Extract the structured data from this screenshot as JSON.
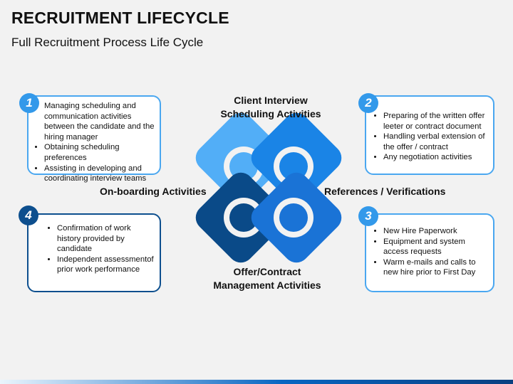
{
  "header": {
    "title": "RECRUITMENT LIFECYCLE",
    "subtitle": "Full Recruitment Process Life Cycle"
  },
  "center_labels": {
    "top_line1": "Client Interview",
    "top_line2": "Scheduling Activities",
    "left": "On-boarding Activities",
    "right": "References / Verifications",
    "bottom_line1": "Offer/Contract",
    "bottom_line2": "Management Activities"
  },
  "boxes": [
    {
      "number": "1",
      "items": [
        "Managing scheduling and communication activities between the candidate and the hiring manager",
        "Obtaining scheduling preferences",
        "Assisting in developing and coordinating interview teams"
      ]
    },
    {
      "number": "2",
      "items": [
        "Preparing of the written offer leeter or contract document",
        "Handling verbal extension of the offer / contract",
        "Any negotiation activities"
      ]
    },
    {
      "number": "3",
      "items": [
        "New Hire Paperwork",
        "Equipment and system access requests",
        "Warm e-mails and calls to new hire prior to First Day"
      ]
    },
    {
      "number": "4",
      "items": [
        "Confirmation of work history provided by candidate",
        "Independent assessmentof prior work performance"
      ]
    }
  ],
  "colors": {
    "petal_top_left": "#52aef7",
    "petal_top_right": "#1a84e6",
    "petal_bottom_left": "#0a4a88",
    "petal_bottom_right": "#1a73d6",
    "light_accent": "#4aa7f0",
    "dark_accent": "#0d4f8e"
  }
}
